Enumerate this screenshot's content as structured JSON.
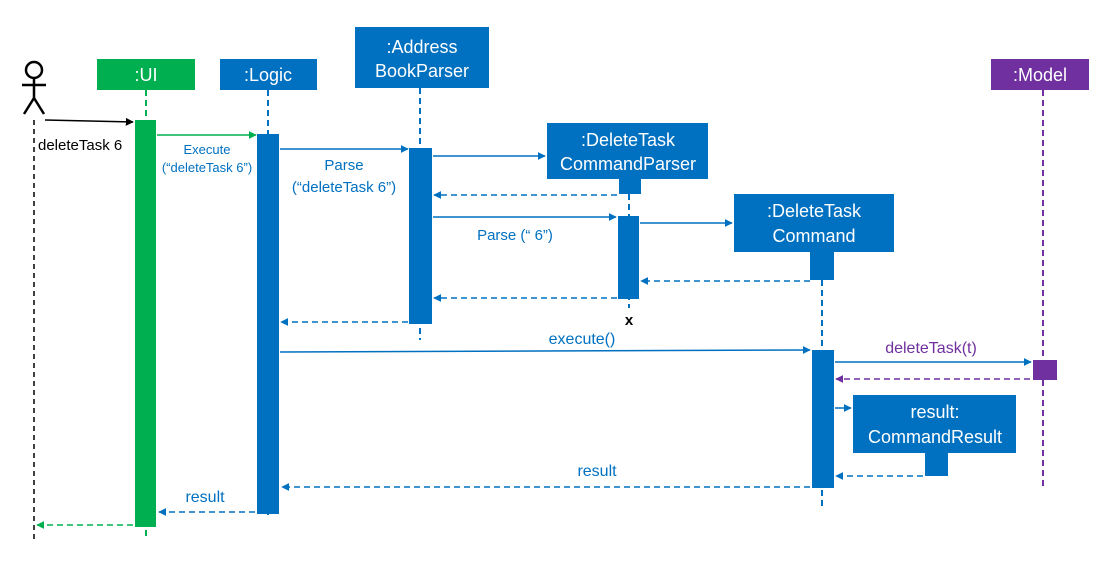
{
  "colors": {
    "ui": "#00b050",
    "logic": "#0070c0",
    "model": "#7030a0",
    "actor": "#000000"
  },
  "participants": {
    "ui": ":UI",
    "logic": ":Logic",
    "parser_line1": ":Address",
    "parser_line2": "BookParser",
    "dtparser_line1": ":DeleteTask",
    "dtparser_line2": "CommandParser",
    "dtcommand_line1": ":DeleteTask",
    "dtcommand_line2": "Command",
    "result_line1": "result:",
    "result_line2": "CommandResult",
    "model": ":Model"
  },
  "messages": {
    "user_input": "deleteTask 6",
    "execute_line1": "Execute",
    "execute_line2": "(“deleteTask 6”)",
    "parse_line1": "Parse",
    "parse_line2": "(“deleteTask 6”)",
    "parse_args": "Parse (“ 6”)",
    "destroy_mark": "x",
    "execute_call": "execute()",
    "delete_task": "deleteTask(t)",
    "result_to_logic": "result",
    "result_to_ui": "result"
  }
}
